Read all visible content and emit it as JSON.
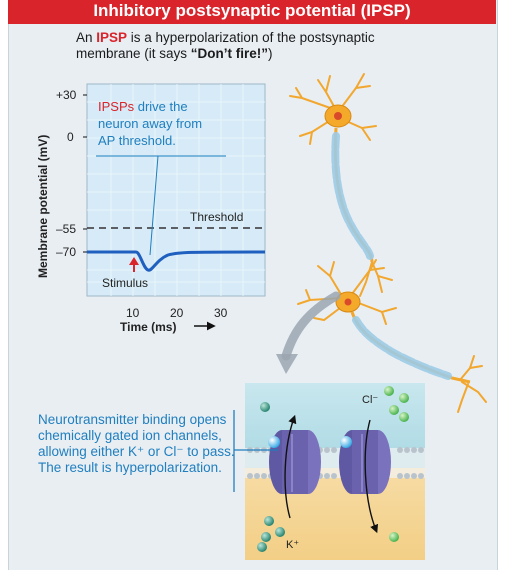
{
  "header": {
    "title": "Inhibitory postsynaptic potential (IPSP)"
  },
  "subtitle": {
    "part1": "An ",
    "ipsp": "IPSP",
    "part2": " is a hyperpolarization of the postsynaptic membrane (it says ",
    "quote": "“Don’t fire!”",
    "part3": ")"
  },
  "graph": {
    "ylabel": "Membrane potential (mV)",
    "xlabel": "Time (ms)",
    "yticks": [
      "+30",
      "0",
      "–55",
      "–70"
    ],
    "xticks": [
      "10",
      "20",
      "30"
    ],
    "threshold_label": "Threshold",
    "stimulus_label": "Stimulus",
    "callout": {
      "ipsps": "IPSPs",
      "line1_rest": " drive the",
      "line2": "neuron away from",
      "line3": "AP threshold."
    }
  },
  "caption": {
    "text": "Neurotransmitter binding opens chemically gated ion channels, allowing either K⁺ or Cl⁻ to pass. The result is hyperpolarization."
  },
  "ions": {
    "cl": "Cl⁻",
    "k": "K⁺"
  },
  "colors": {
    "header": "#d9242b",
    "accent_blue": "#1f7fbf",
    "membrane_line": "#1f5fbf",
    "neuron": "#f2a72e",
    "myelin": "#9ccbe6",
    "channel": "#6a62ad"
  }
}
